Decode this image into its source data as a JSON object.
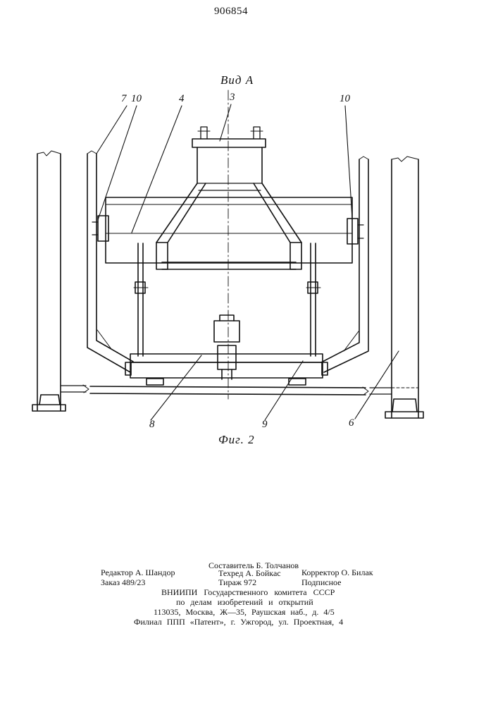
{
  "header": {
    "patent_number": "906854"
  },
  "figure": {
    "view_title": "Вид А",
    "caption": "Фиг. 2",
    "part_labels": [
      "7",
      "10",
      "4",
      "3",
      "10",
      "8",
      "9",
      "6"
    ]
  },
  "imprint": {
    "compiler": "Составитель Б. Толчанов",
    "editor": "Редактор А. Шандор",
    "tech_editor": "Техред А. Бойкас",
    "corrector": "Корректор О. Билак",
    "order": "Заказ 489/23",
    "circulation": "Тираж 972",
    "subscription": "Подписное",
    "org_line1": "ВНИИПИ Государственного комитета СССР",
    "org_line2": "по делам изобретений и открытий",
    "address": "113035, Москва, Ж—35, Раушская наб., д. 4/5",
    "branch": "Филиал ППП «Патент», г. Ужгород, ул. Проектная, 4"
  }
}
